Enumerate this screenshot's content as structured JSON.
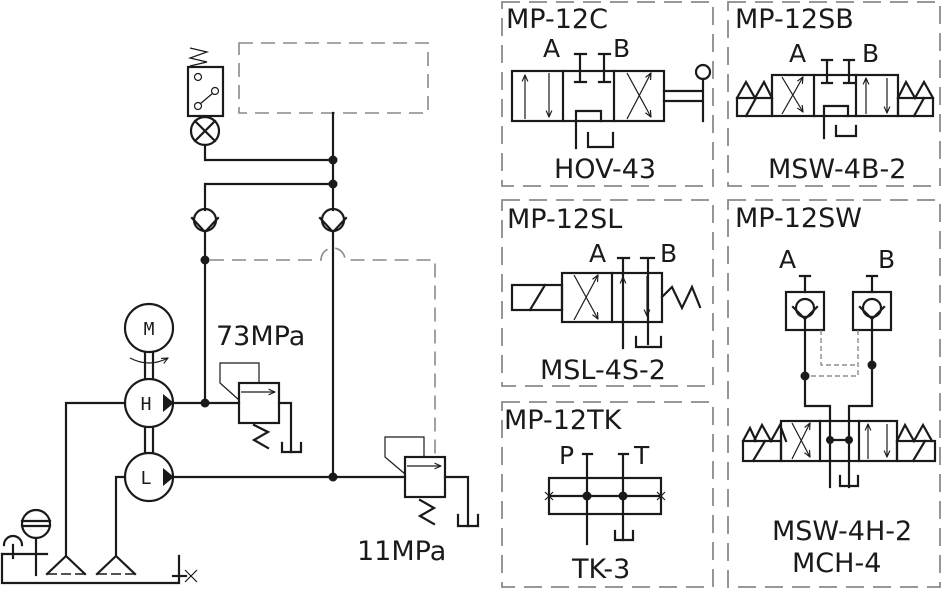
{
  "main_circuit": {
    "pumps": {
      "motor_label": "M",
      "high_pump_label": "H",
      "low_pump_label": "L"
    },
    "relief_valves": [
      {
        "label": "73MPa"
      },
      {
        "label": "11MPa"
      }
    ]
  },
  "panels": [
    {
      "id": "mp-12c",
      "title": "MP-12C",
      "ports": [
        "A",
        "B"
      ],
      "model": "HOV-43"
    },
    {
      "id": "mp-12sb",
      "title": "MP-12SB",
      "ports": [
        "A",
        "B"
      ],
      "model": "MSW-4B-2"
    },
    {
      "id": "mp-12sl",
      "title": "MP-12SL",
      "ports": [
        "A",
        "B"
      ],
      "model": "MSL-4S-2"
    },
    {
      "id": "mp-12sw",
      "title": "MP-12SW",
      "ports": [
        "A",
        "B"
      ],
      "model": "MSW-4H-2",
      "model2": "MCH-4"
    },
    {
      "id": "mp-12tk",
      "title": "MP-12TK",
      "ports": [
        "P",
        "T"
      ],
      "model": "TK-3"
    }
  ]
}
